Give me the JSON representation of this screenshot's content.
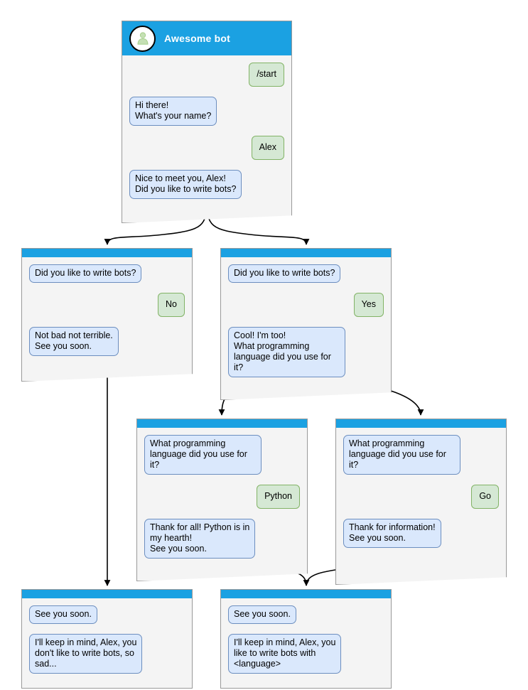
{
  "diagram": {
    "type": "chatbot-conversation-flow",
    "colors": {
      "panel_header": "#1ba1e2",
      "panel_background": "#f4f4f4",
      "panel_border": "#999999",
      "bot_bubble_fill": "#dae8fc",
      "bot_bubble_border": "#6c8ebf",
      "user_bubble_fill": "#d5e8d4",
      "user_bubble_border": "#82b366",
      "edge": "#000000",
      "avatar_person": "#a8d08d",
      "canvas": "#ffffff"
    }
  },
  "root": {
    "title": "Awesome bot",
    "avatar_icon": "person-avatar-icon",
    "messages": [
      {
        "role": "user",
        "text": "/start"
      },
      {
        "role": "bot",
        "text": "Hi there!\nWhat's your name?"
      },
      {
        "role": "user",
        "text": "Alex"
      },
      {
        "role": "bot",
        "text": "Nice to meet you, Alex!\nDid you like to write bots?"
      }
    ]
  },
  "branch_no": {
    "messages": [
      {
        "role": "bot",
        "text": "Did you like to write bots?"
      },
      {
        "role": "user",
        "text": "No"
      },
      {
        "role": "bot",
        "text": "Not bad not terrible.\nSee you soon."
      }
    ]
  },
  "branch_yes": {
    "messages": [
      {
        "role": "bot",
        "text": "Did you like to write bots?"
      },
      {
        "role": "user",
        "text": "Yes"
      },
      {
        "role": "bot",
        "text": "Cool! I'm too!\nWhat programming\nlanguage did you use for it?"
      }
    ]
  },
  "branch_python": {
    "messages": [
      {
        "role": "bot",
        "text": "What programming\nlanguage did you use for it?"
      },
      {
        "role": "user",
        "text": "Python"
      },
      {
        "role": "bot",
        "text": "Thank for all! Python is in\nmy hearth!\nSee you soon."
      }
    ]
  },
  "branch_go": {
    "messages": [
      {
        "role": "bot",
        "text": "What programming\nlanguage did you use for it?"
      },
      {
        "role": "user",
        "text": "Go"
      },
      {
        "role": "bot",
        "text": "Thank for information!\nSee you soon."
      }
    ]
  },
  "end_no": {
    "messages": [
      {
        "role": "bot",
        "text": "See you soon."
      },
      {
        "role": "bot",
        "text": "I'll keep in mind, Alex, you\ndon't like to write bots, so\nsad..."
      }
    ]
  },
  "end_yes": {
    "messages": [
      {
        "role": "bot",
        "text": "See you soon."
      },
      {
        "role": "bot",
        "text": "I'll keep in mind, Alex, you\nlike to write bots with\n<language>"
      }
    ]
  }
}
